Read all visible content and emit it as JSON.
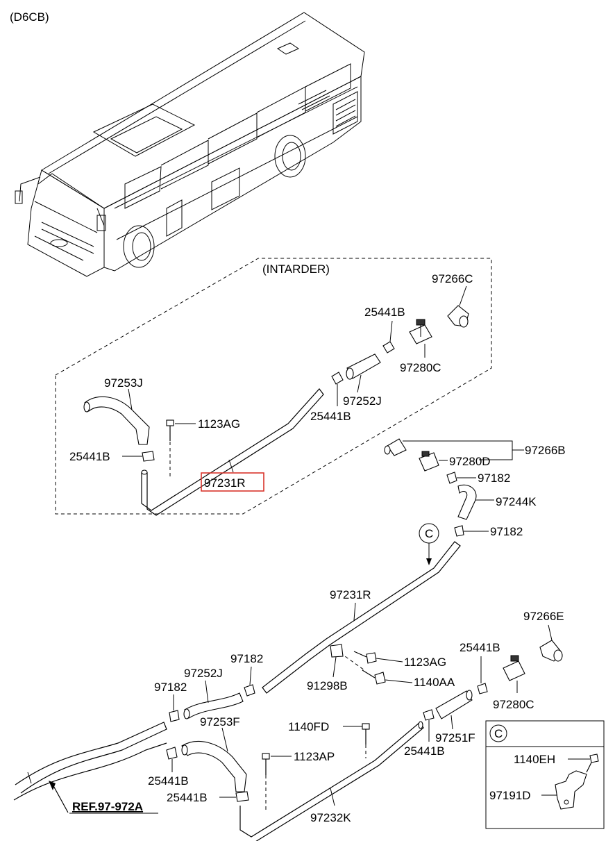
{
  "diagram": {
    "engine_code": "(D6CB)",
    "group_label": "(INTARDER)",
    "callout_letter": "C",
    "reference": "REF.97-972A",
    "highlight_color": "#d9342b",
    "labels": {
      "p97266C": "97266C",
      "p25441B_top": "25441B",
      "p97280C_top": "97280C",
      "p97253J": "97253J",
      "p97252J": "97252J",
      "p25441B_mid": "25441B",
      "p1123AG_top": "1123AG",
      "p25441B_left": "25441B",
      "p97231R_highlight": "97231R",
      "p97266B": "97266B",
      "p97280D": "97280D",
      "p97182_a": "97182",
      "p97244K": "97244K",
      "p97182_b": "97182",
      "p97231R_lower": "97231R",
      "p97266E": "97266E",
      "p25441B_right": "25441B",
      "p1123AG_low": "1123AG",
      "p97182_c": "97182",
      "p91298B": "91298B",
      "p1140AA": "1140AA",
      "p97280C_low": "97280C",
      "p97252J_low": "97252J",
      "p97182_d": "97182",
      "p97253F": "97253F",
      "p1140FD": "1140FD",
      "p97251F": "97251F",
      "p25441B_low": "25441B",
      "p1123AP": "1123AP",
      "p25441B_bl": "25441B",
      "p25441B_bm": "25441B",
      "p97232K": "97232K",
      "p1140EH": "1140EH",
      "p97191D": "97191D"
    }
  }
}
